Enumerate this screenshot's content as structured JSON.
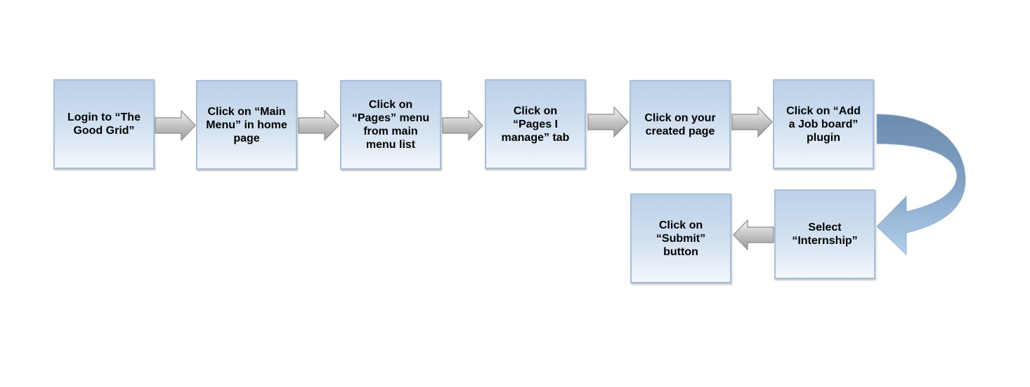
{
  "steps": [
    {
      "id": "login",
      "text": "Login to “The\nGood Grid”"
    },
    {
      "id": "main-menu",
      "text": "Click on “Main\nMenu” in home\npage"
    },
    {
      "id": "pages-menu",
      "text": "Click on\n“Pages” menu\nfrom main\nmenu list"
    },
    {
      "id": "pages-i-manage",
      "text": "Click on\n“Pages I\nmanage” tab"
    },
    {
      "id": "created-page",
      "text": "Click on your\ncreated page"
    },
    {
      "id": "add-job-board",
      "text": "Click on “Add\na Job board”\nplugin"
    },
    {
      "id": "select-internship",
      "text": "Select\n“Internship”"
    },
    {
      "id": "submit",
      "text": "Click on\n“Submit”\nbutton"
    }
  ],
  "colors": {
    "box_border": "#a7bfd9",
    "box_fill_top": "#bcd0e8",
    "box_fill_bottom": "#f3f7fc",
    "arrow_fill": "#c8c8c8",
    "arrow_stroke": "#8a8a8a",
    "curve_dark": "#6f8fb0",
    "curve_light": "#a9c6e6"
  }
}
